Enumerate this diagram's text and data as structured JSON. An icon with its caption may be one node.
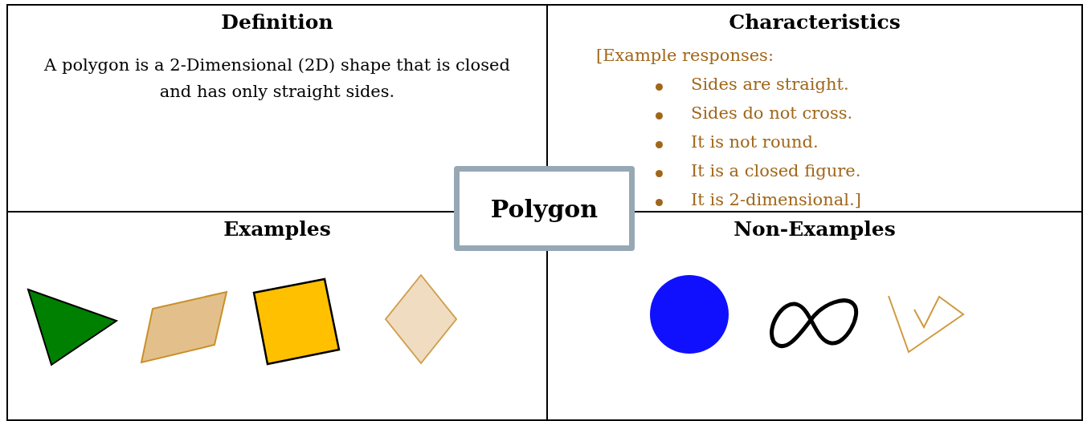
{
  "diagram": {
    "nodes": [
      {
        "text": [
          "Definition",
          "A polygon is a 2-Dimensional (2D) shape that is closed and has only straight sides."
        ]
      },
      {
        "text": [
          "Characteristics",
          "[Example responses:",
          "Sides are straight.",
          "Sides do not cross.",
          "It is not round.",
          "It is a closed figure.",
          "It is 2-dimensional.]"
        ]
      },
      {
        "text": [
          "Examples"
        ]
      },
      {
        "text": [
          "Non-Examples"
        ]
      },
      {
        "text": [
          "Polygon"
        ]
      }
    ]
  }
}
